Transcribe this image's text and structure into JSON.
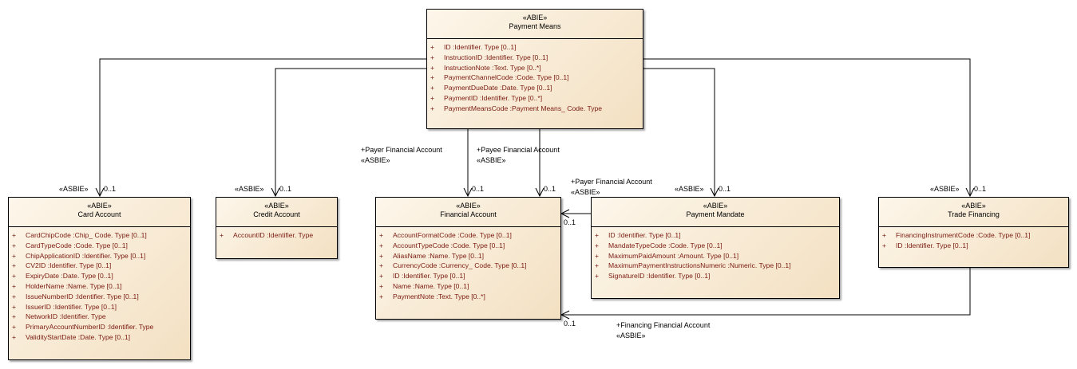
{
  "classes": {
    "payment_means": {
      "stereotype": "«ABIE»",
      "name": "Payment Means",
      "attributes": [
        "ID  :Identifier. Type [0..1]",
        "InstructionID  :Identifier. Type [0..1]",
        "InstructionNote  :Text. Type [0..*]",
        "PaymentChannelCode  :Code. Type [0..1]",
        "PaymentDueDate  :Date. Type [0..1]",
        "PaymentID  :Identifier. Type [0..*]",
        "PaymentMeansCode  :Payment Means_ Code. Type"
      ]
    },
    "card_account": {
      "stereotype": "«ABIE»",
      "name": "Card Account",
      "attributes": [
        "CardChipCode  :Chip_ Code. Type [0..1]",
        "CardTypeCode  :Code. Type [0..1]",
        "ChipApplicationID  :Identifier. Type [0..1]",
        "CV2ID  :Identifier. Type [0..1]",
        "ExpiryDate  :Date. Type [0..1]",
        "HolderName  :Name. Type [0..1]",
        "IssueNumberID  :Identifier. Type [0..1]",
        "IssuerID  :Identifier. Type [0..1]",
        "NetworkID  :Identifier. Type",
        "PrimaryAccountNumberID  :Identifier. Type",
        "ValidityStartDate  :Date. Type [0..1]"
      ]
    },
    "credit_account": {
      "stereotype": "«ABIE»",
      "name": "Credit Account",
      "attributes": [
        "AccountID  :Identifier. Type"
      ]
    },
    "financial_account": {
      "stereotype": "«ABIE»",
      "name": "Financial Account",
      "attributes": [
        "AccountFormatCode  :Code. Type [0..1]",
        "AccountTypeCode  :Code. Type [0..1]",
        "AliasName  :Name. Type [0..1]",
        "CurrencyCode  :Currency_ Code. Type [0..1]",
        "ID  :Identifier. Type [0..1]",
        "Name  :Name. Type [0..1]",
        "PaymentNote  :Text. Type [0..*]"
      ]
    },
    "payment_mandate": {
      "stereotype": "«ABIE»",
      "name": "Payment Mandate",
      "attributes": [
        "ID  :Identifier. Type [0..1]",
        "MandateTypeCode  :Code. Type [0..1]",
        "MaximumPaidAmount  :Amount. Type [0..1]",
        "MaximumPaymentInstructionsNumeric  :Numeric. Type [0..1]",
        "SignatureID  :Identifier. Type [0..1]"
      ]
    },
    "trade_financing": {
      "stereotype": "«ABIE»",
      "name": "Trade Financing",
      "attributes": [
        "FinancingInstrumentCode  :Code. Type [0..1]",
        "ID  :Identifier. Type [0..1]"
      ]
    }
  },
  "visibility_symbol": "+",
  "associations": {
    "card": {
      "stereotype": "«ASBIE»",
      "multiplicity": "0..1"
    },
    "credit": {
      "stereotype": "«ASBIE»",
      "multiplicity": "0..1"
    },
    "payer": {
      "role": "+Payer Financial Account",
      "stereotype": "«ASBIE»",
      "multiplicity": "0..1"
    },
    "payee": {
      "role": "+Payee Financial Account",
      "multiplicity": "0..1"
    },
    "mandate": {
      "stereotype": "«ASBIE»",
      "multiplicity": "0..1"
    },
    "trade": {
      "stereotype": "«ASBIE»",
      "multiplicity": "0..1"
    },
    "mandate_payer": {
      "role": "+Payer Financial Account",
      "stereotype": "«ASBIE»",
      "multiplicity": "0..1"
    },
    "financing": {
      "role": "+Financing Financial Account",
      "stereotype": "«ASBIE»",
      "multiplicity": "0..1"
    }
  }
}
